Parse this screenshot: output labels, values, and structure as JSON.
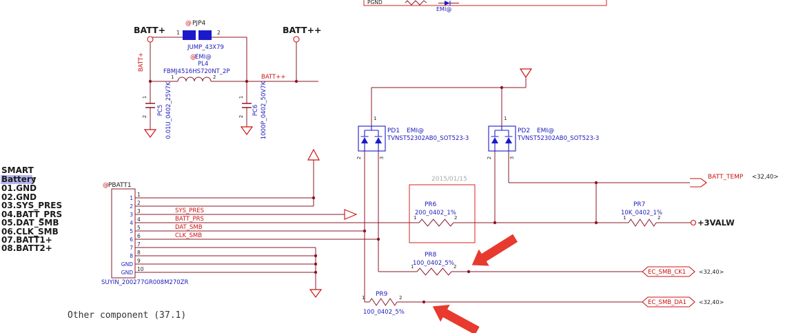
{
  "colors": {
    "wire_maroon": "#8b1626",
    "symbol_red": "#cc1111",
    "component_text_blue": "#1a1ab8",
    "part_fill_blue": "#1a1acc",
    "annotation_red": "#e83a2e",
    "highlight_lavender": "#b5b5f0",
    "watermark_gray": "#aaaaaa"
  },
  "top_block": {
    "pgnd_label": "PGND",
    "emi_label": "EMI@"
  },
  "power": {
    "batt_plus": "BATT+",
    "batt_plus_plus": "BATT++",
    "batt_plus_net": "BATT+",
    "batt_plus_plus_net": "BATT++"
  },
  "jumper_pjp4": {
    "at": "@",
    "ref": "PJP4",
    "part": "JUMP_43X79",
    "pin1": "1",
    "pin2": "2"
  },
  "bead_pl4": {
    "at": "@",
    "emi": "EMI@",
    "ref": "PL4",
    "part": "FBMJ4516HS720NT_2P",
    "pin1": "1",
    "pin2": "2"
  },
  "cap_pc5": {
    "ref": "PC5",
    "value": "0.01U_0402_25V7K",
    "pin1": "1",
    "pin2": "2"
  },
  "cap_pc6": {
    "ref": "PC6",
    "value": "1000P_0402_50V7K",
    "pin1": "1",
    "pin2": "2"
  },
  "diode_pd1": {
    "ref": "PD1",
    "emi": "EMI@",
    "part": "TVNST52302AB0_SOT523-3",
    "pin1": "1",
    "pin2": "2",
    "pin3": "3"
  },
  "diode_pd2": {
    "ref": "PD2",
    "emi": "EMI@",
    "part": "TVNST52302AB0_SOT523-3",
    "pin1": "1",
    "pin2": "2",
    "pin3": "3"
  },
  "smart_battery": {
    "title": "SMART",
    "highlight": "Battery",
    "colon": ":",
    "pins": [
      "01.GND",
      "02.GND",
      "03.SYS_PRES",
      "04.BATT_PRS",
      "05.DAT_SMB",
      "06.CLK_SMB",
      "07.BATT1+",
      "08.BATT2+"
    ]
  },
  "connector_pbatt1": {
    "at": "@",
    "ref": "PBATT1",
    "part": "SUYIN_200277GR008M270ZR",
    "pin_numbers": [
      "1",
      "2",
      "3",
      "4",
      "5",
      "6",
      "7",
      "8",
      "9",
      "10"
    ],
    "internal_labels": [
      "1",
      "2",
      "3",
      "4",
      "5",
      "6",
      "7",
      "8",
      "GND",
      "GND"
    ]
  },
  "signals": {
    "sys_pres": "SYS_PRES",
    "batt_prs": "BATT_PRS",
    "dat_smb": "DAT_SMB",
    "clk_smb": "CLK_SMB"
  },
  "res_pr6": {
    "ref": "PR6",
    "value": "200_0402_1%",
    "pin1": "1",
    "pin2": "2"
  },
  "res_pr7": {
    "ref": "PR7",
    "value": "10K_0402_1%",
    "pin1": "1",
    "pin2": "2"
  },
  "res_pr8": {
    "ref": "PR8",
    "value": "100_0402_5%",
    "pin1": "1",
    "pin2": "2"
  },
  "res_pr9": {
    "ref": "PR9",
    "value": "100_0402_5%",
    "pin1": "1",
    "pin2": "2"
  },
  "ports": {
    "batt_temp": "BATT_TEMP",
    "batt_temp_page": "<32,40>",
    "v3valw": "+3VALW",
    "ec_smb_ck1": "EC_SMB_CK1",
    "ec_smb_ck1_page": "<32,40>",
    "ec_smb_da1": "EC_SMB_DA1",
    "ec_smb_da1_page": "<32,40>"
  },
  "watermark": "2015/01/15",
  "footer_note": "Other component (37.1)"
}
